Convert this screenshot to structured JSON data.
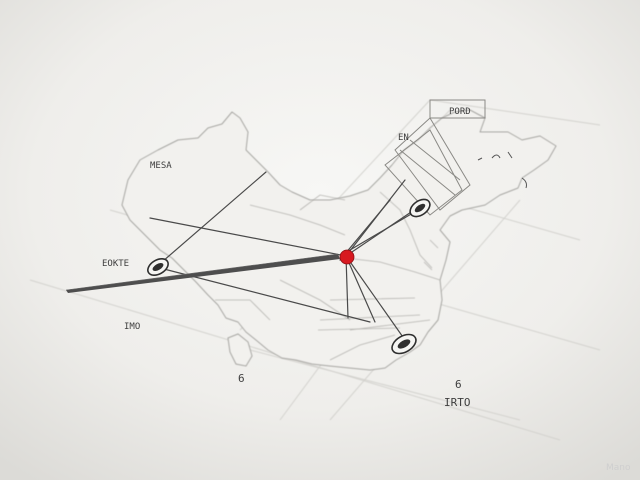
{
  "labels": {
    "north_box": "PORD",
    "northeast_mark": "EN",
    "west_upper": "MESA",
    "west_left": "EOKTE",
    "southwest": "IMO",
    "southeast": "IRTO",
    "far_south": "6",
    "southeast_glyph": "6"
  },
  "watermark": "Mano",
  "colors": {
    "paper": "#ecebe8",
    "hub_marker": "#d71920",
    "ink": "#3e3e3e"
  }
}
